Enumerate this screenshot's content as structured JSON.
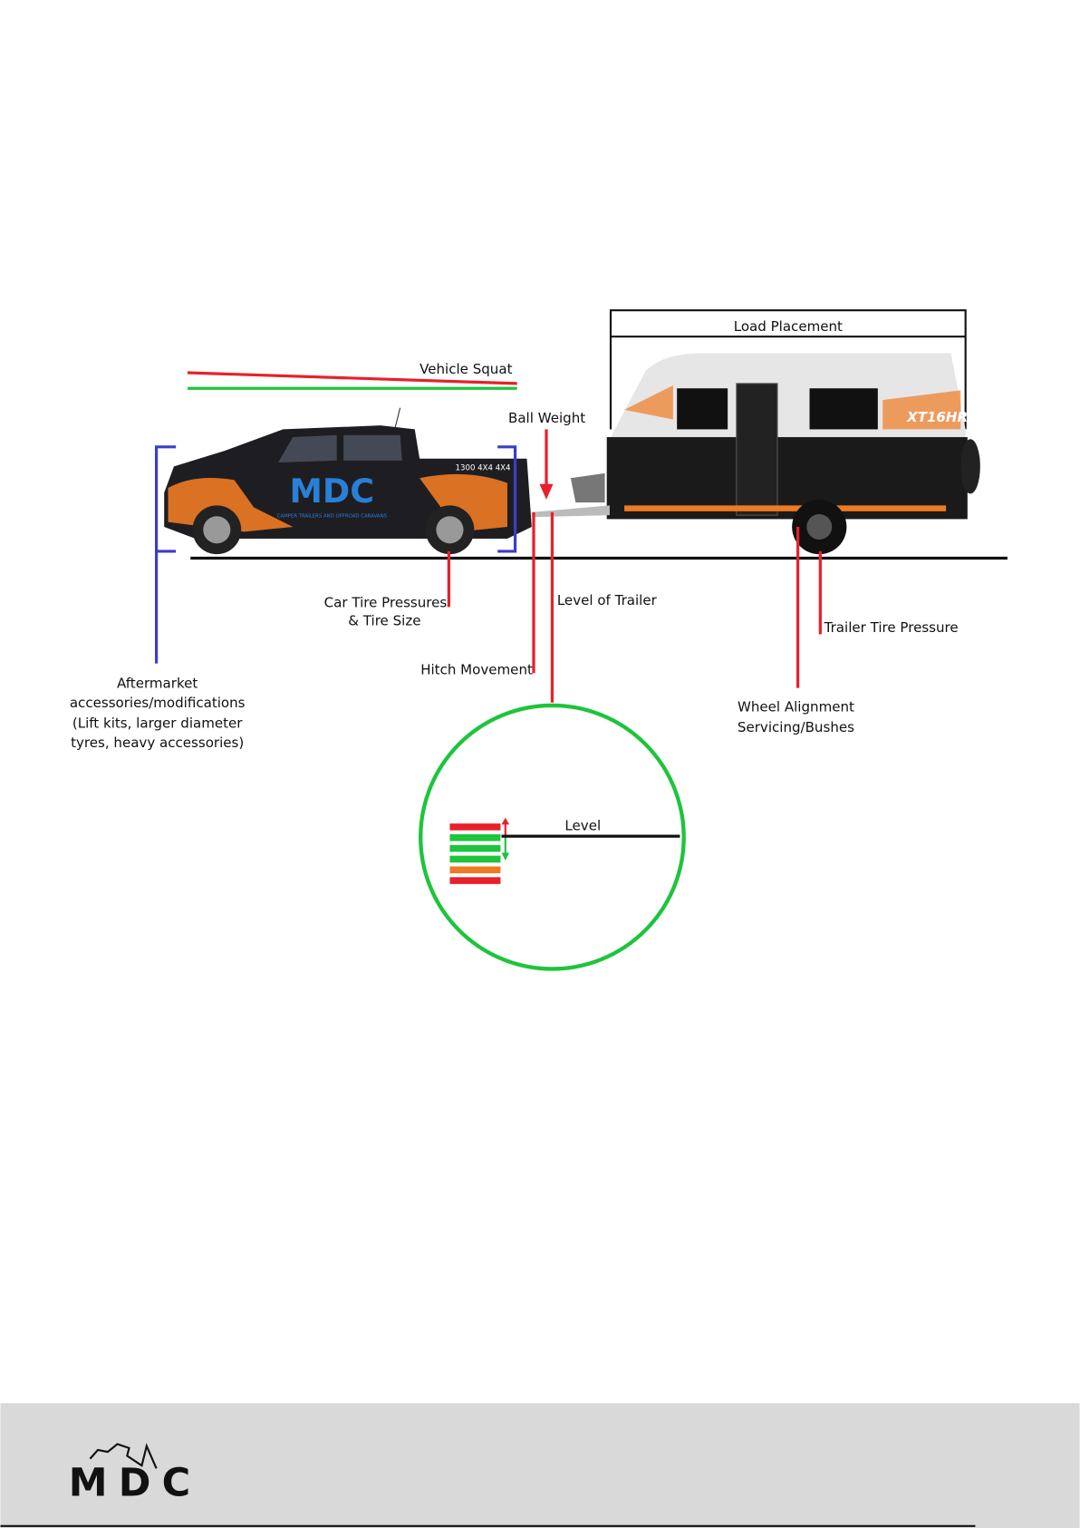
{
  "labels": {
    "load_placement": "Load Placement",
    "vehicle_squat": "Vehicle Squat",
    "ball_weight": "Ball Weight",
    "car_tire_line1": "Car Tire Pressures",
    "car_tire_line2": "& Tire Size",
    "level_of_trailer": "Level of Trailer",
    "trailer_tire_pressure": "Trailer Tire Pressure",
    "hitch_movement": "Hitch Movement",
    "aftermarket_lines": [
      "Aftermarket",
      "accessories/modifications",
      "(Lift kits, larger diameter",
      "tyres, heavy accessories)"
    ],
    "wheel_alignment_line1": "Wheel Alignment",
    "wheel_alignment_line2": "Servicing/Bushes",
    "level": "Level"
  },
  "vehicle_text": {
    "brand": "MDC",
    "tagline": "CAMPER TRAILERS AND OFFROAD CARAVANS",
    "phone": "1300 4X4 4X4",
    "model": "XT16HR"
  },
  "footer": {
    "logo_text": "MDC"
  },
  "colors": {
    "red": "#e8202a",
    "green": "#1ec43c",
    "blue": "#3a3fc4",
    "orange": "#f07a22",
    "footer_bg": "#d9d9d9"
  }
}
